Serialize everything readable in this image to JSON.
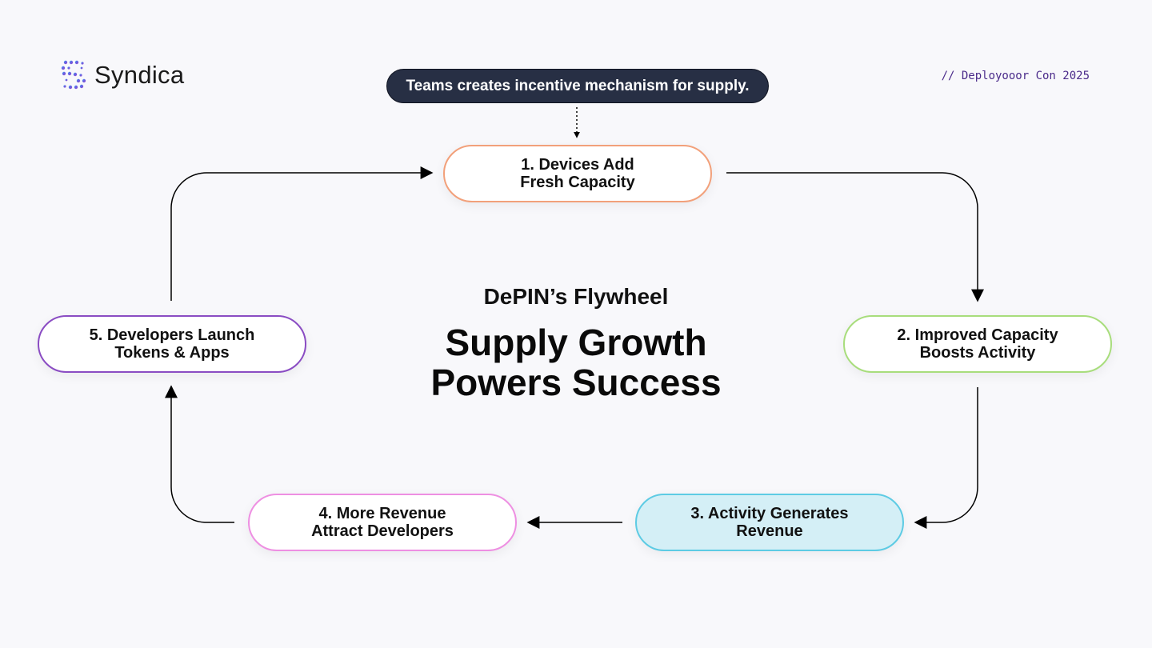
{
  "brand": {
    "name": "Syndica",
    "icon": "syndica-logo-icon",
    "colors": [
      "#3fa9f5",
      "#6a5ae0",
      "#9b59d0"
    ]
  },
  "event_tag": "// Deployooor Con 2025",
  "callout": "Teams creates incentive mechanism for supply.",
  "diagram": {
    "subtitle": "DePIN’s Flywheel",
    "headline": "Supply Growth\nPowers Success",
    "nodes": [
      {
        "id": "1",
        "label": "1. Devices Add\nFresh Capacity",
        "border": "#f2a07a"
      },
      {
        "id": "2",
        "label": "2. Improved Capacity\nBoosts Activity",
        "border": "#a8dd7c"
      },
      {
        "id": "3",
        "label": "3. Activity Generates\nRevenue",
        "border": "#5dcbe4",
        "fill": "#d4eff6"
      },
      {
        "id": "4",
        "label": "4. More Revenue\nAttract Developers",
        "border": "#ee8fe2"
      },
      {
        "id": "5",
        "label": "5. Developers Launch\nTokens & Apps",
        "border": "#8a4cc3"
      }
    ],
    "edges": [
      {
        "from": "callout",
        "to": "1",
        "style": "dotted"
      },
      {
        "from": "1",
        "to": "2"
      },
      {
        "from": "2",
        "to": "3"
      },
      {
        "from": "3",
        "to": "4"
      },
      {
        "from": "4",
        "to": "5"
      },
      {
        "from": "5",
        "to": "1"
      }
    ]
  }
}
